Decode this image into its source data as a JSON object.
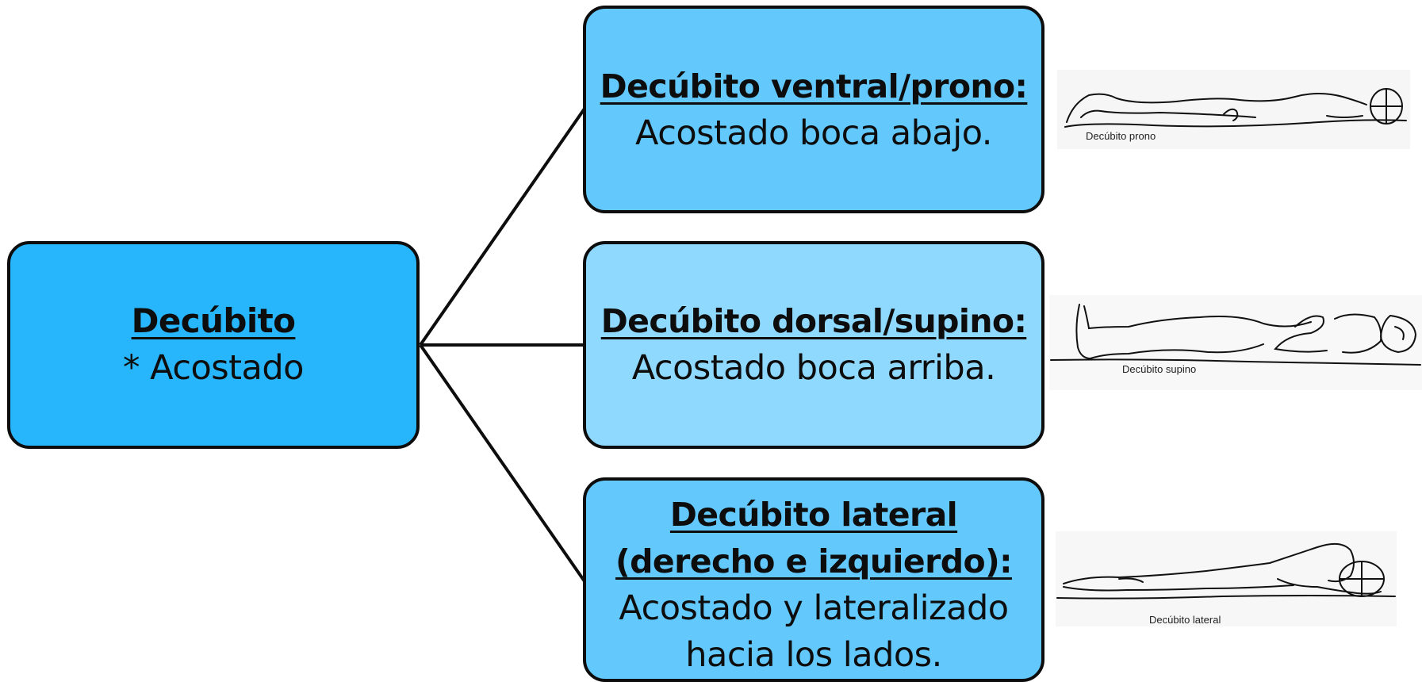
{
  "root": {
    "title": "Decúbito",
    "subtitle": "* Acostado"
  },
  "positions": [
    {
      "title": "Decúbito ventral/prono:",
      "description": "Acostado boca abajo.",
      "figure_caption": "Decúbito prono"
    },
    {
      "title": "Decúbito dorsal/supino:",
      "description": "Acostado boca arriba.",
      "figure_caption": "Decúbito supino"
    },
    {
      "title_line1": "Decúbito lateral",
      "title_line2": "(derecho e izquierdo):",
      "description_line1": "Acostado y lateralizado",
      "description_line2": "hacia los lados.",
      "figure_caption": "Decúbito lateral"
    }
  ],
  "colors": {
    "root_fill": "#27b5fb",
    "box_fill": "#63c9fd",
    "box_fill_light": "#90d9fe",
    "border": "#0d0d0d"
  }
}
